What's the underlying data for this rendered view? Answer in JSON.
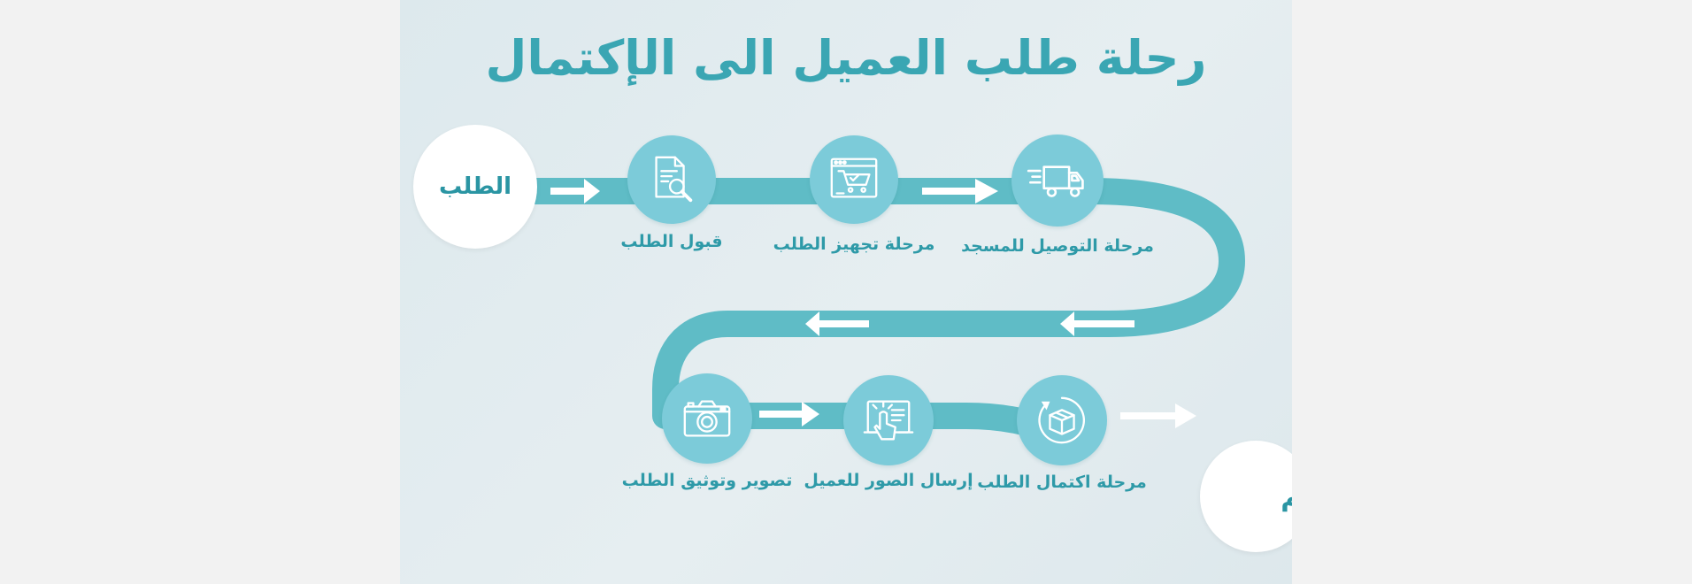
{
  "title": "رحلة طلب العميل الى الإكتمال",
  "start_label": "الطلب",
  "end_label": "تم",
  "steps": [
    {
      "label": "قبول الطلب",
      "icon": "document-search-icon"
    },
    {
      "label": "مرحلة تجهيز الطلب",
      "icon": "web-cart-icon"
    },
    {
      "label": "مرحلة التوصيل للمسجد",
      "icon": "delivery-truck-icon"
    },
    {
      "label": "تصوير وتوثيق الطلب",
      "icon": "camera-icon"
    },
    {
      "label": "إرسال الصور للعميل",
      "icon": "touch-screen-icon"
    },
    {
      "label": "مرحلة اكتمال الطلب",
      "icon": "package-refresh-icon"
    }
  ],
  "colors": {
    "road": "#5fbcc6",
    "node": "#7ccbd9",
    "text": "#2e9aa8",
    "background": "#e2ecef"
  }
}
